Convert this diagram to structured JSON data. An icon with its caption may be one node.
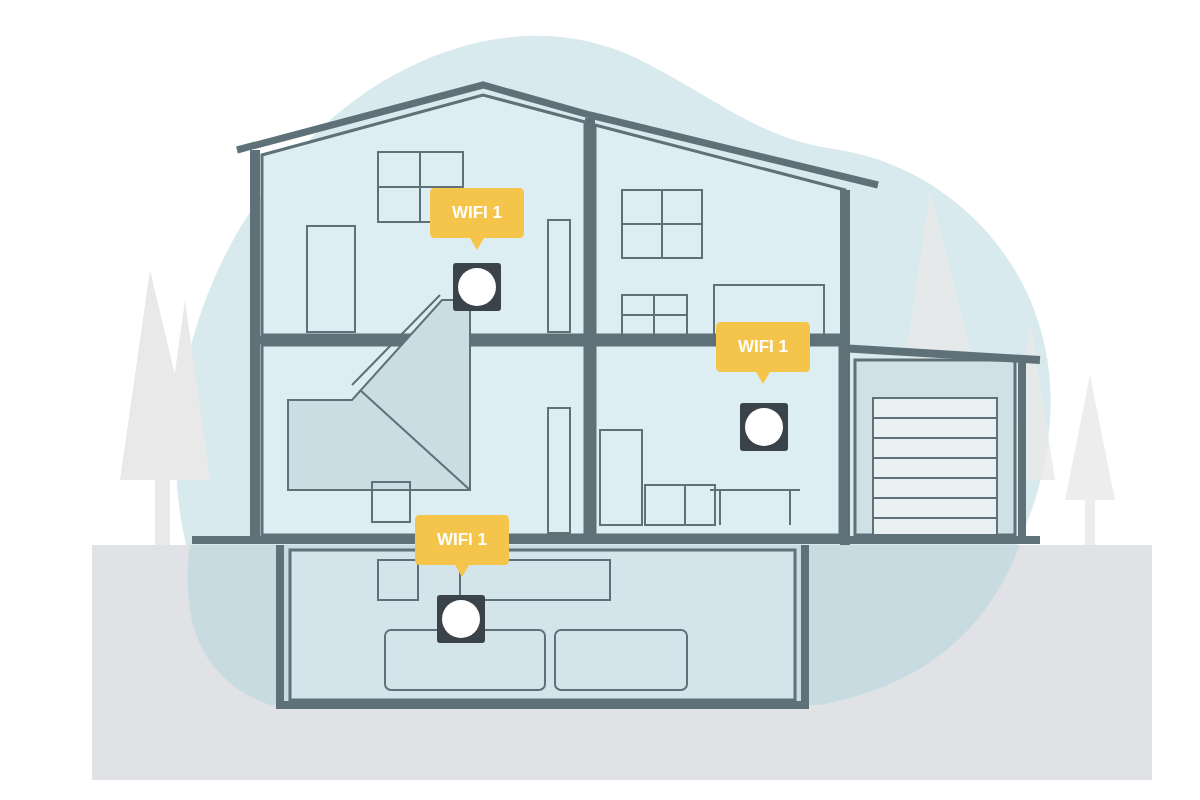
{
  "diagram": {
    "labels": [
      "WIFI 1",
      "WIFI 1",
      "WIFI 1"
    ]
  }
}
